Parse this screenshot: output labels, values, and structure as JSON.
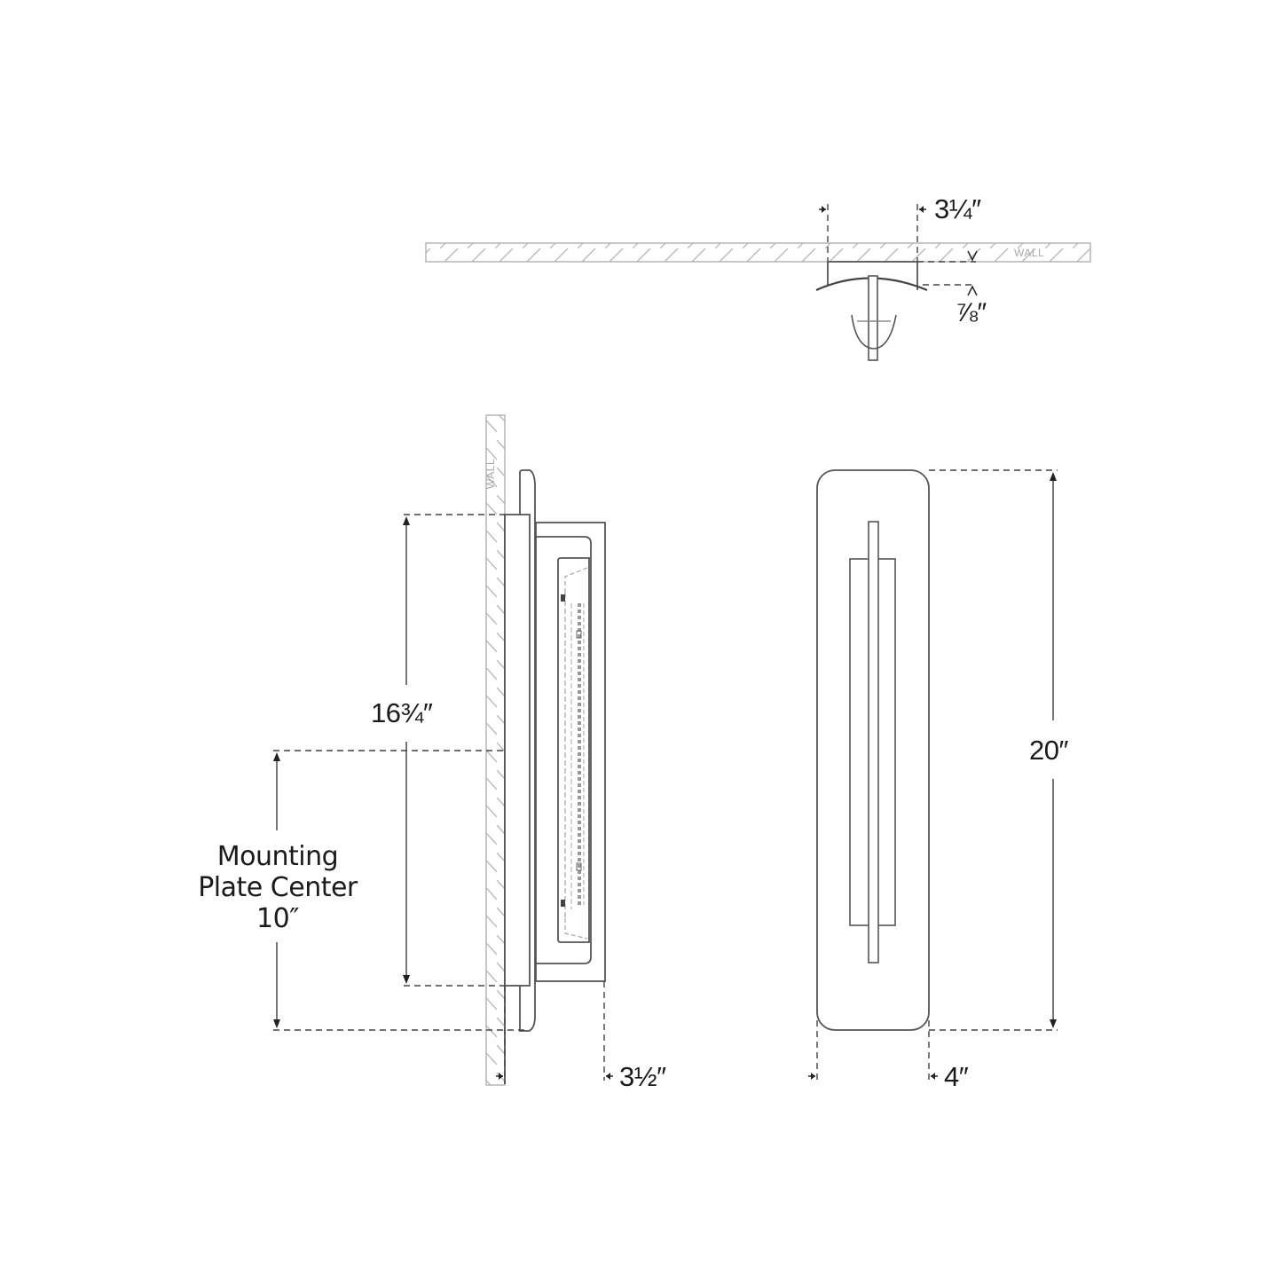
{
  "drawing": {
    "title": "Wall Sconce Dimension Drawing",
    "line_color": "#555555",
    "wall_color": "#b5b5b5",
    "text_color": "#1a1a1a"
  },
  "top_view": {
    "wall_label": "WALL",
    "width_dimension": "3¼″",
    "projection_dimension": "⅞″"
  },
  "side_view": {
    "wall_label": "WALL",
    "height_dimension": "16¾″",
    "mounting_label_line1": "Mounting",
    "mounting_label_line2": "Plate Center",
    "mounting_dimension": "10″",
    "depth_dimension": "3½″"
  },
  "front_view": {
    "height_dimension": "20″",
    "width_dimension": "4″"
  }
}
